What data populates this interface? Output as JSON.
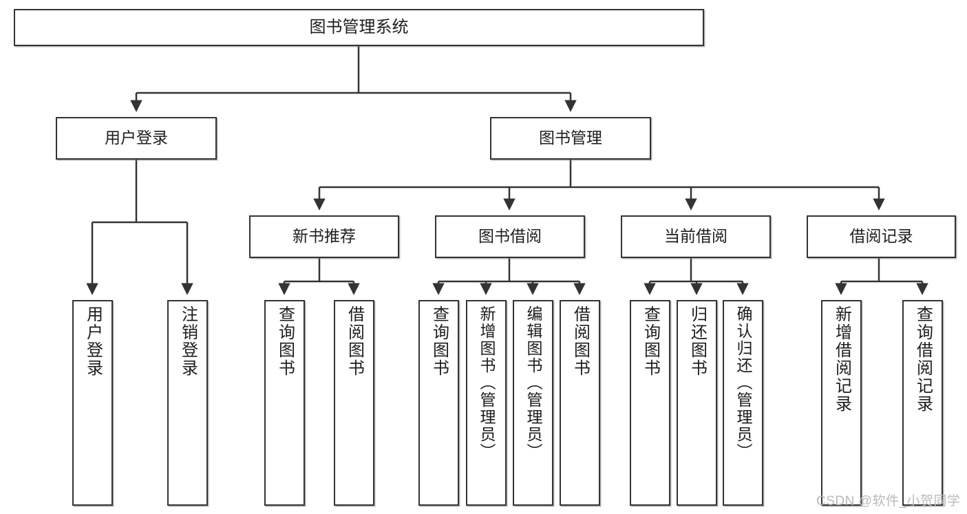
{
  "diagram": {
    "title": "图书管理系统",
    "type": "hierarchy-tree",
    "root": {
      "id": "root",
      "label": "图书管理系统"
    },
    "level2": [
      {
        "id": "user-login",
        "label": "用户登录"
      },
      {
        "id": "book-manage",
        "label": "图书管理"
      }
    ],
    "level3": [
      {
        "id": "new-book-rec",
        "label": "新书推荐"
      },
      {
        "id": "book-borrow",
        "label": "图书借阅"
      },
      {
        "id": "current-borrow",
        "label": "当前借阅"
      },
      {
        "id": "borrow-record",
        "label": "借阅记录"
      }
    ],
    "leaves": {
      "user_login": [
        {
          "id": "leaf-user-login",
          "label": "用户登录"
        },
        {
          "id": "leaf-logout-login",
          "label": "注销登录"
        }
      ],
      "new_book_rec": [
        {
          "id": "leaf-query-book-1",
          "label": "查询图书"
        },
        {
          "id": "leaf-borrow-book-1",
          "label": "借阅图书"
        }
      ],
      "book_borrow": [
        {
          "id": "leaf-query-book-2",
          "label": "查询图书"
        },
        {
          "id": "leaf-add-book",
          "label": "新增图书（管理员）"
        },
        {
          "id": "leaf-edit-book",
          "label": "编辑图书（管理员）"
        },
        {
          "id": "leaf-borrow-book-2",
          "label": "借阅图书"
        }
      ],
      "current_borrow": [
        {
          "id": "leaf-query-book-3",
          "label": "查询图书"
        },
        {
          "id": "leaf-return-book",
          "label": "归还图书"
        },
        {
          "id": "leaf-confirm-return",
          "label": "确认归还（管理员）"
        }
      ],
      "borrow_record": [
        {
          "id": "leaf-add-record",
          "label": "新增借阅记录"
        },
        {
          "id": "leaf-query-record",
          "label": "查询借阅记录"
        }
      ]
    }
  },
  "watermark": {
    "text": "CSDN @软件_小贺同学"
  },
  "colors": {
    "border": "#333333",
    "background": "#ffffff",
    "text": "#1d1d1d",
    "watermark": "#b9b9b9"
  }
}
